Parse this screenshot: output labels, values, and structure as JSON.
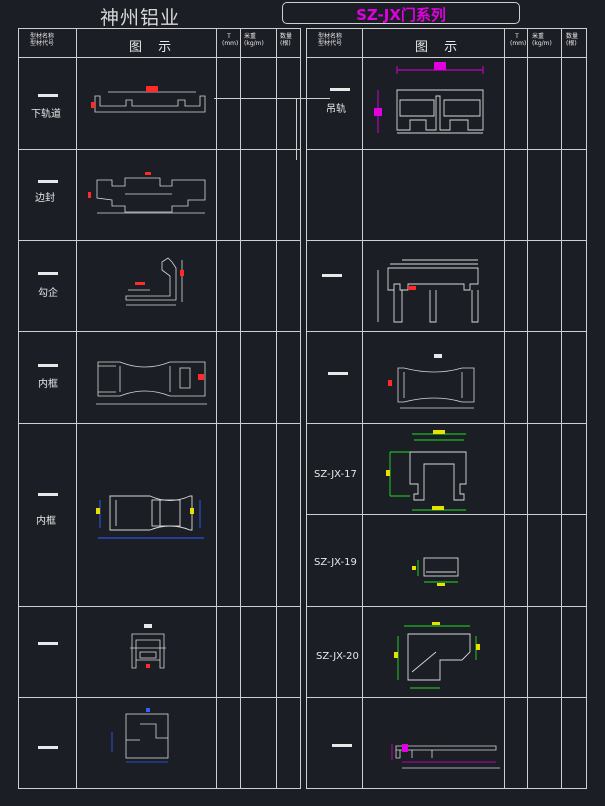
{
  "header": {
    "company": "神州铝业",
    "series": "SZ-JX门系列",
    "col_type_l1": "型材名称",
    "col_type_l2": "型材代号",
    "col_figure": "图 示",
    "col_t": "T",
    "col_t_unit": "(mm)",
    "col_weight": "米重",
    "col_weight_unit": "(kg/m)",
    "col_qty": "数量",
    "col_qty_unit": "(根)"
  },
  "left_rows": [
    {
      "name": "下轨道"
    },
    {
      "name": "边封"
    },
    {
      "name": "勾企"
    },
    {
      "name": "内框"
    },
    {
      "name": "内框"
    },
    {
      "name": ""
    },
    {
      "name": ""
    }
  ],
  "right_rows": [
    {
      "name": "吊轨"
    },
    {
      "name": ""
    },
    {
      "name": ""
    },
    {
      "name": ""
    },
    {
      "name": "SZ-JX-17"
    },
    {
      "name": "SZ-JX-19"
    },
    {
      "name": "SZ-JX-20"
    },
    {
      "name": ""
    }
  ],
  "colors": {
    "line": "#d8d8d8",
    "grid": "#cfcfcf",
    "dim_red": "#ff2a2a",
    "dim_magenta": "#e000e0",
    "dim_green": "#22dd22",
    "dim_yellow": "#e8e000",
    "dim_blue": "#3060ff"
  }
}
